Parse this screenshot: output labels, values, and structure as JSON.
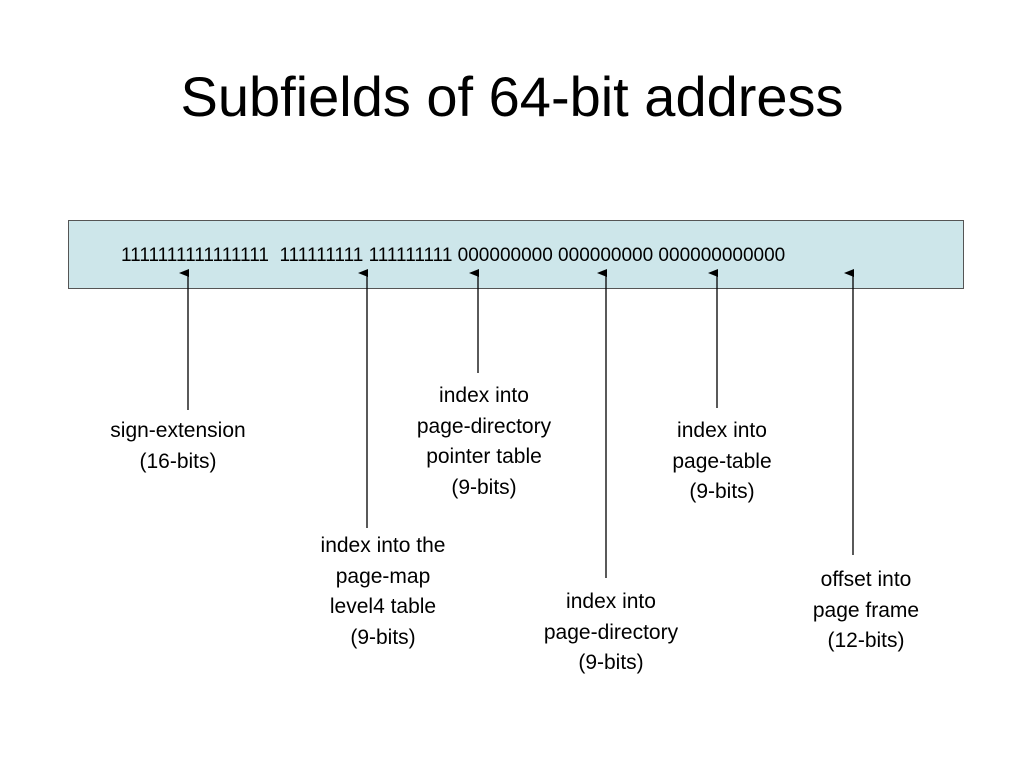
{
  "slide": {
    "title": "Subfields of 64-bit address",
    "bitstring": "1111111111111111  111111111 111111111 000000000 000000000 000000000000",
    "box_color": "#cde6ea"
  },
  "fields": [
    {
      "id": "sign-extension",
      "lines": [
        "sign-extension",
        "(16-bits)"
      ]
    },
    {
      "id": "pml4",
      "lines": [
        "index into the",
        "page-map",
        "level4 table",
        "(9-bits)"
      ]
    },
    {
      "id": "pdpt",
      "lines": [
        "index into",
        "page-directory",
        "pointer table",
        "(9-bits)"
      ]
    },
    {
      "id": "page-directory",
      "lines": [
        "index into",
        "page-directory",
        "(9-bits)"
      ]
    },
    {
      "id": "page-table",
      "lines": [
        "index into",
        "page-table",
        "(9-bits)"
      ]
    },
    {
      "id": "offset",
      "lines": [
        "offset into",
        "page frame",
        "(12-bits)"
      ]
    }
  ]
}
